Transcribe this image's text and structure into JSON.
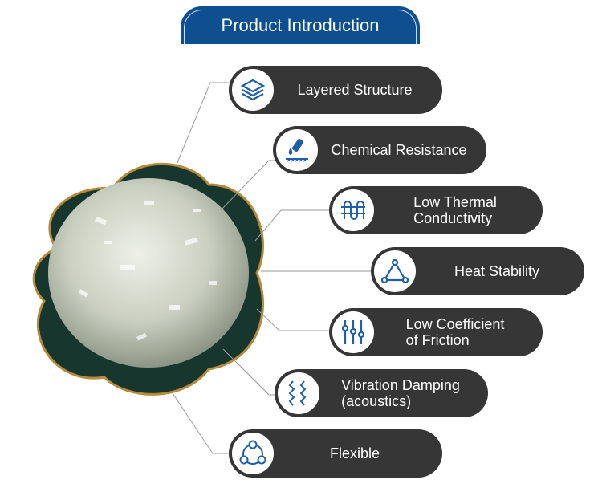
{
  "header": {
    "title": "Product Introduction"
  },
  "features": [
    {
      "icon": "layers-icon",
      "lines": [
        "Layered Structure"
      ]
    },
    {
      "icon": "chemical-flask-icon",
      "lines": [
        "Chemical Resistance"
      ]
    },
    {
      "icon": "thermal-coil-icon",
      "lines": [
        "Low Thermal",
        "Conductivity"
      ]
    },
    {
      "icon": "triangle-nodes-icon",
      "lines": [
        "Heat Stability"
      ]
    },
    {
      "icon": "sliders-icon",
      "lines": [
        "Low Coefficient",
        "of Friction"
      ]
    },
    {
      "icon": "vibration-waves-icon",
      "lines": [
        "Vibration Damping",
        "(acoustics)"
      ]
    },
    {
      "icon": "cycle-nodes-icon",
      "lines": [
        "Flexible"
      ]
    }
  ],
  "colors": {
    "brand_blue": "#0d4f8f",
    "pill": "#363636",
    "icon_blue": "#1f5fa8"
  }
}
